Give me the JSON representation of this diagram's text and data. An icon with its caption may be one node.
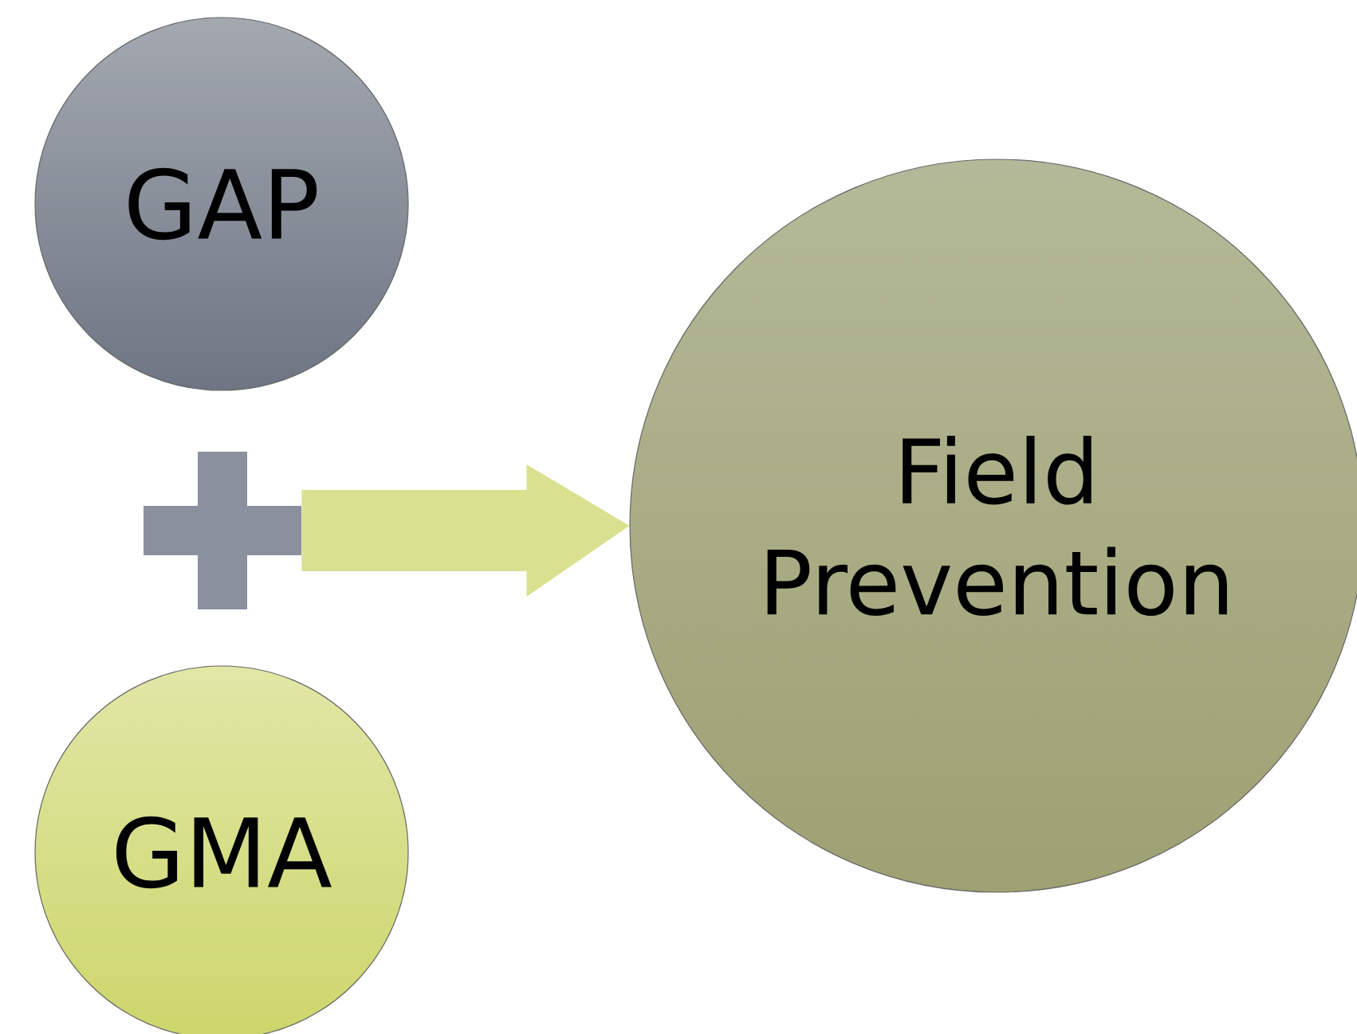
{
  "diagram": {
    "nodes": [
      {
        "text": [
          "GAP"
        ]
      },
      {
        "text": [],
        "shape": "plus"
      },
      {
        "text": [
          "GMA"
        ]
      },
      {
        "text": [
          "Field Prevention"
        ]
      }
    ],
    "edges": [
      {
        "from": 1,
        "to": 3,
        "arrow": "to"
      }
    ]
  }
}
